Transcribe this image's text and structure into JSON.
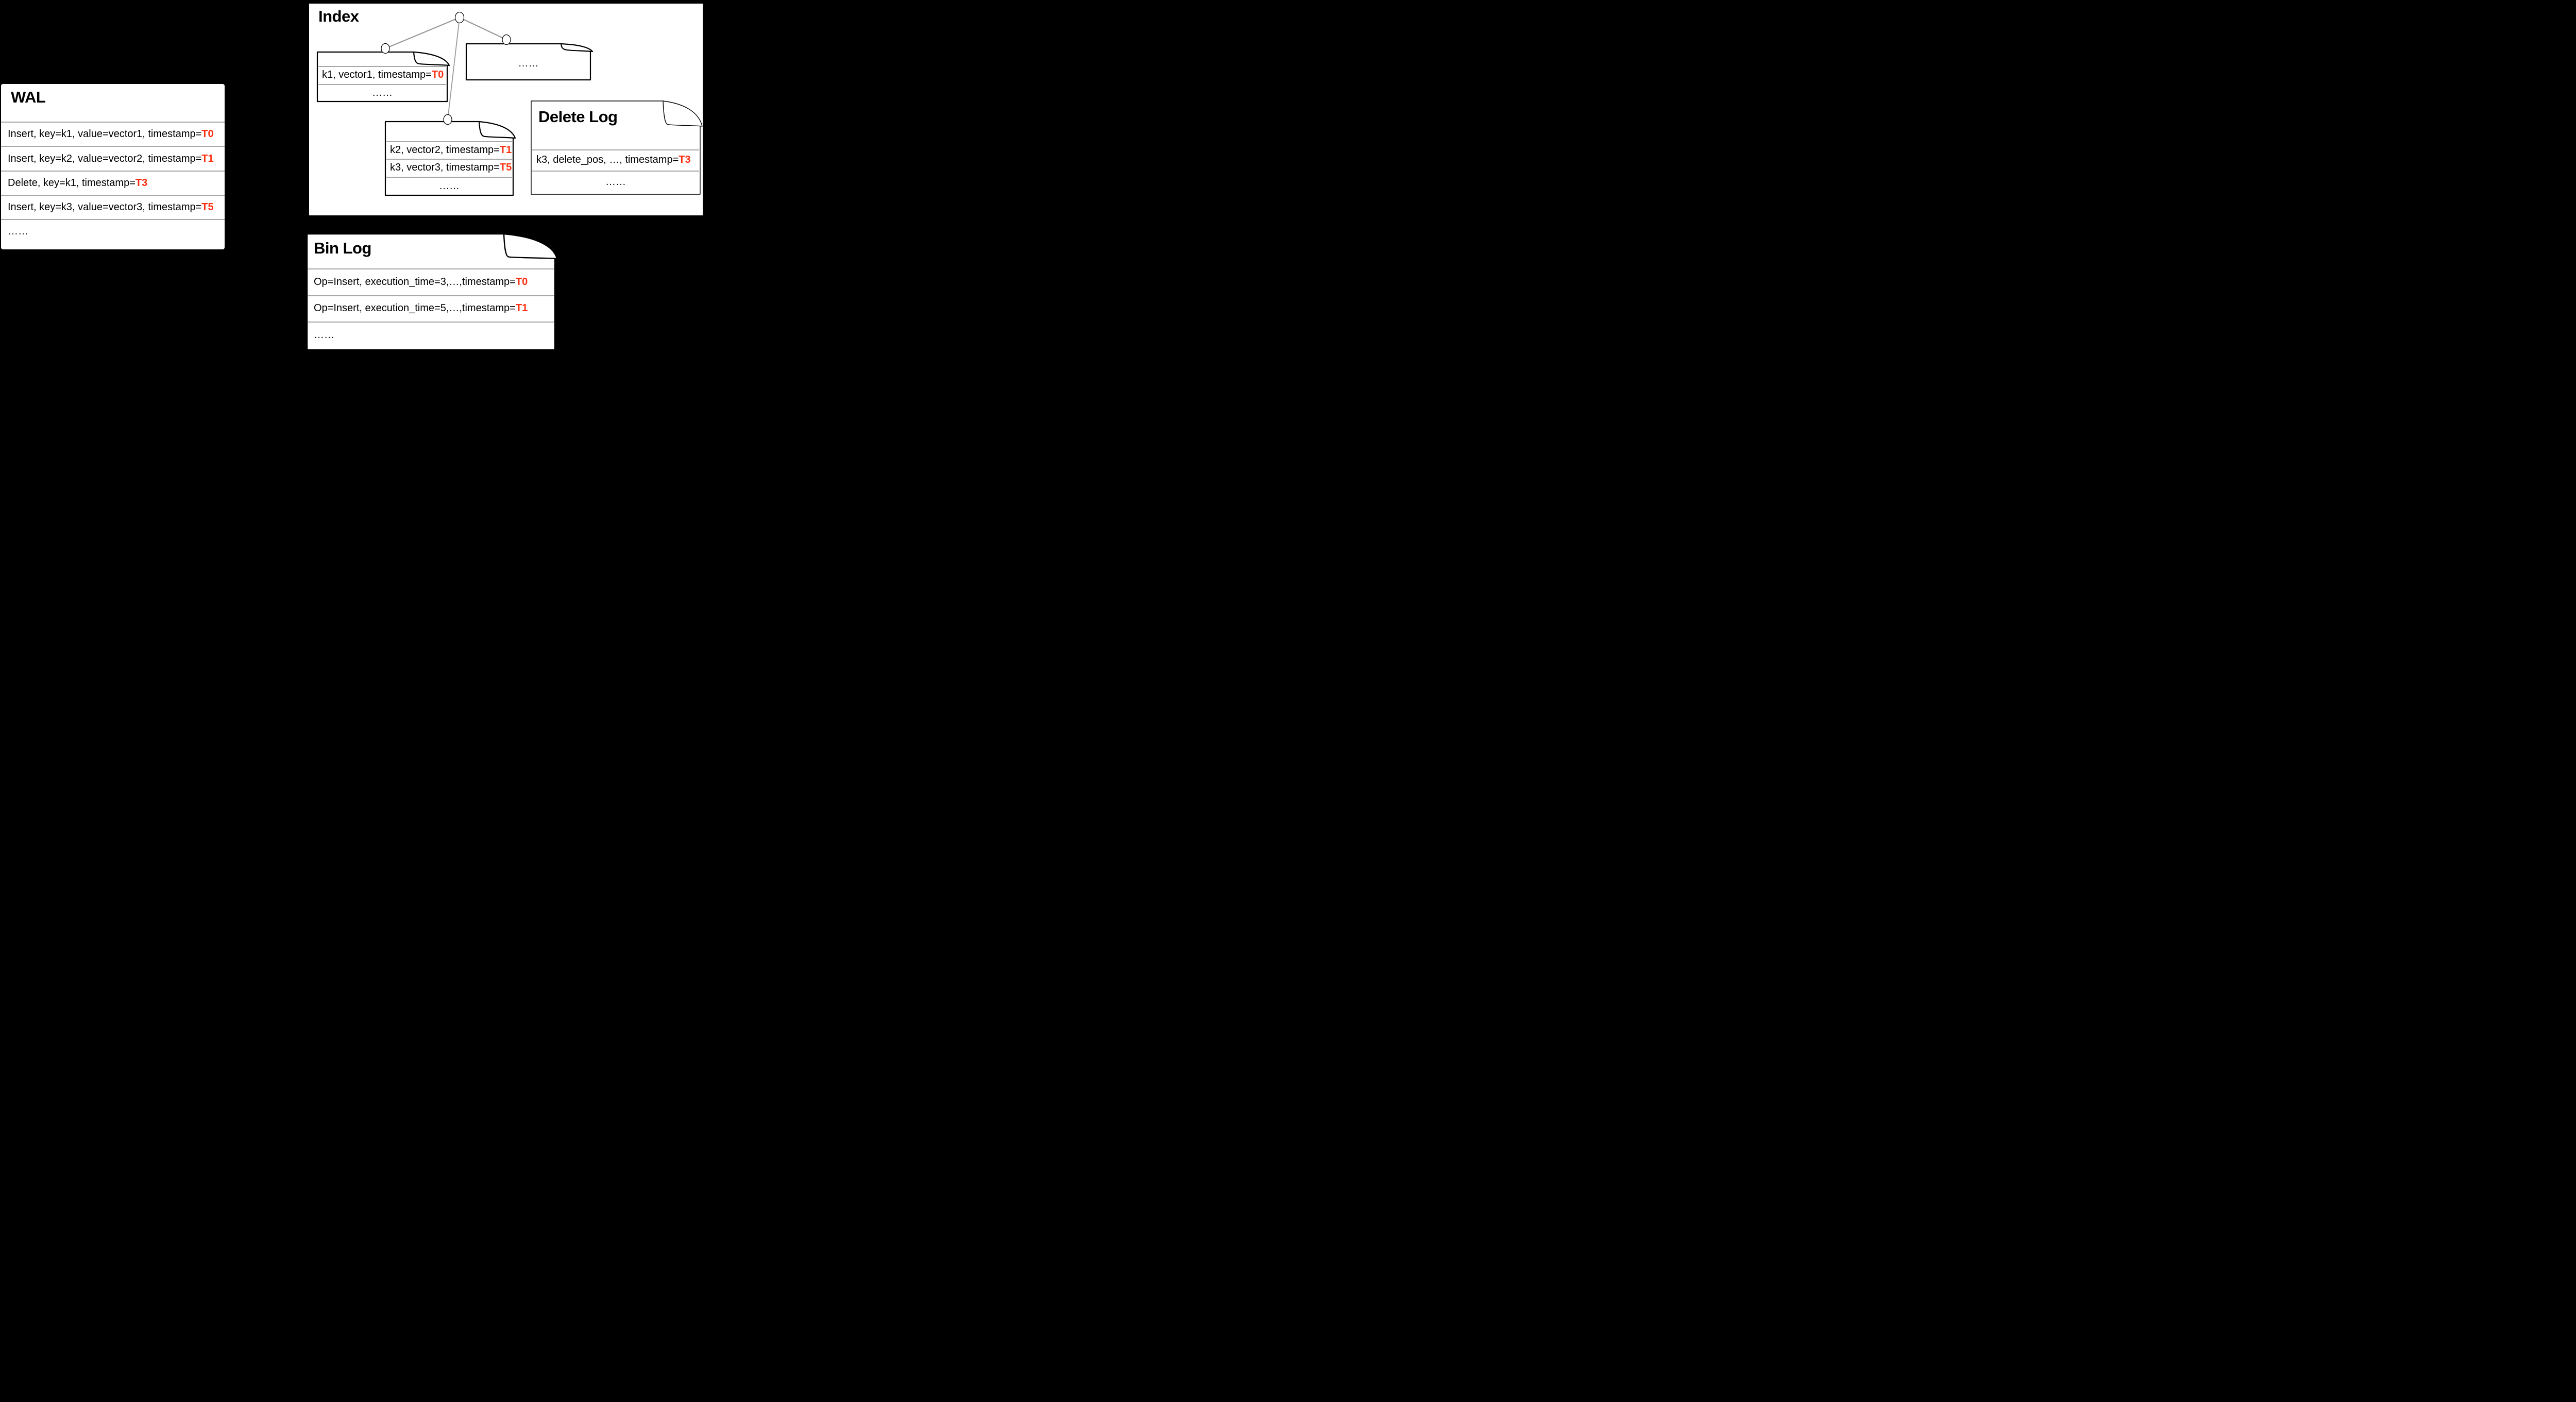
{
  "colors": {
    "timestamp_red": "#fe2f10",
    "separator_gray": "#a8a8a8",
    "tree_edge_gray": "#999999",
    "panel_white": "#ffffff",
    "background_black": "#000000"
  },
  "wal": {
    "title": "WAL",
    "rows": [
      {
        "text": "Insert, key=k1, value=vector1, timestamp=",
        "ts": "T0"
      },
      {
        "text": "Insert, key=k2, value=vector2, timestamp=",
        "ts": "T1"
      },
      {
        "text": "Delete, key=k1, timestamp=",
        "ts": "T3"
      },
      {
        "text": "Insert, key=k3, value=vector3, timestamp=",
        "ts": "T5"
      },
      {
        "text": "……",
        "ts": ""
      }
    ]
  },
  "index": {
    "title": "Index",
    "segment1": {
      "rows": [
        {
          "text": "k1, vector1, timestamp=",
          "ts": "T0"
        },
        {
          "text": "……",
          "ts": ""
        }
      ]
    },
    "segment2": {
      "rows": [
        {
          "text": "……",
          "ts": ""
        }
      ]
    },
    "segment3": {
      "rows": [
        {
          "text": "k2, vector2, timestamp=",
          "ts": "T1"
        },
        {
          "text": "k3, vector3, timestamp=",
          "ts": "T5"
        },
        {
          "text": "……",
          "ts": ""
        }
      ]
    }
  },
  "delete_log": {
    "title": "Delete Log",
    "rows": [
      {
        "text": "k3, delete_pos, …, timestamp=",
        "ts": "T3"
      },
      {
        "text": "……",
        "ts": ""
      }
    ]
  },
  "bin_log": {
    "title": "Bin Log",
    "rows": [
      {
        "text": "Op=Insert, execution_time=3,…,timestamp=",
        "ts": "T0"
      },
      {
        "text": "Op=Insert, execution_time=5,…,timestamp=",
        "ts": "T1"
      },
      {
        "text": "……",
        "ts": ""
      }
    ]
  }
}
